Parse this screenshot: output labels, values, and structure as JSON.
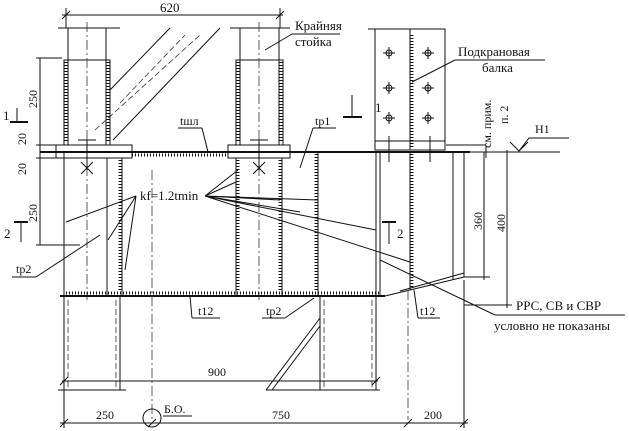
{
  "dimensions": {
    "top_width": "620",
    "left_upper": "250",
    "left_gap_top": "20",
    "left_gap_bottom": "20",
    "left_lower": "250",
    "right_inner": "360",
    "right_outer": "400",
    "bottom_total": "900",
    "bottom_left": "250",
    "bottom_middle": "750",
    "bottom_right": "200"
  },
  "labels": {
    "end_column_line1": "Крайняя",
    "end_column_line2": "стойка",
    "crane_beam_line1": "Подкрановая",
    "crane_beam_line2": "балка",
    "see_note_line1": "см. прим.",
    "see_note_line2": "п. 2",
    "elevation_mark": "Н1",
    "plate_thickness": "tшл",
    "rib1": "tp1",
    "weld_leg": "kf=1.2tmin",
    "rib2_left": "tp2",
    "rib2_bottom": "tp2",
    "flange_left": "t12",
    "flange_right": "t12",
    "note_line1": "РРС, СВ и СВР",
    "note_line2": "условно не показаны",
    "axis_label": "Б.О."
  },
  "sections": {
    "section1_left": "1",
    "section1_right": "1",
    "section2_left": "2",
    "section2_right": "2"
  }
}
